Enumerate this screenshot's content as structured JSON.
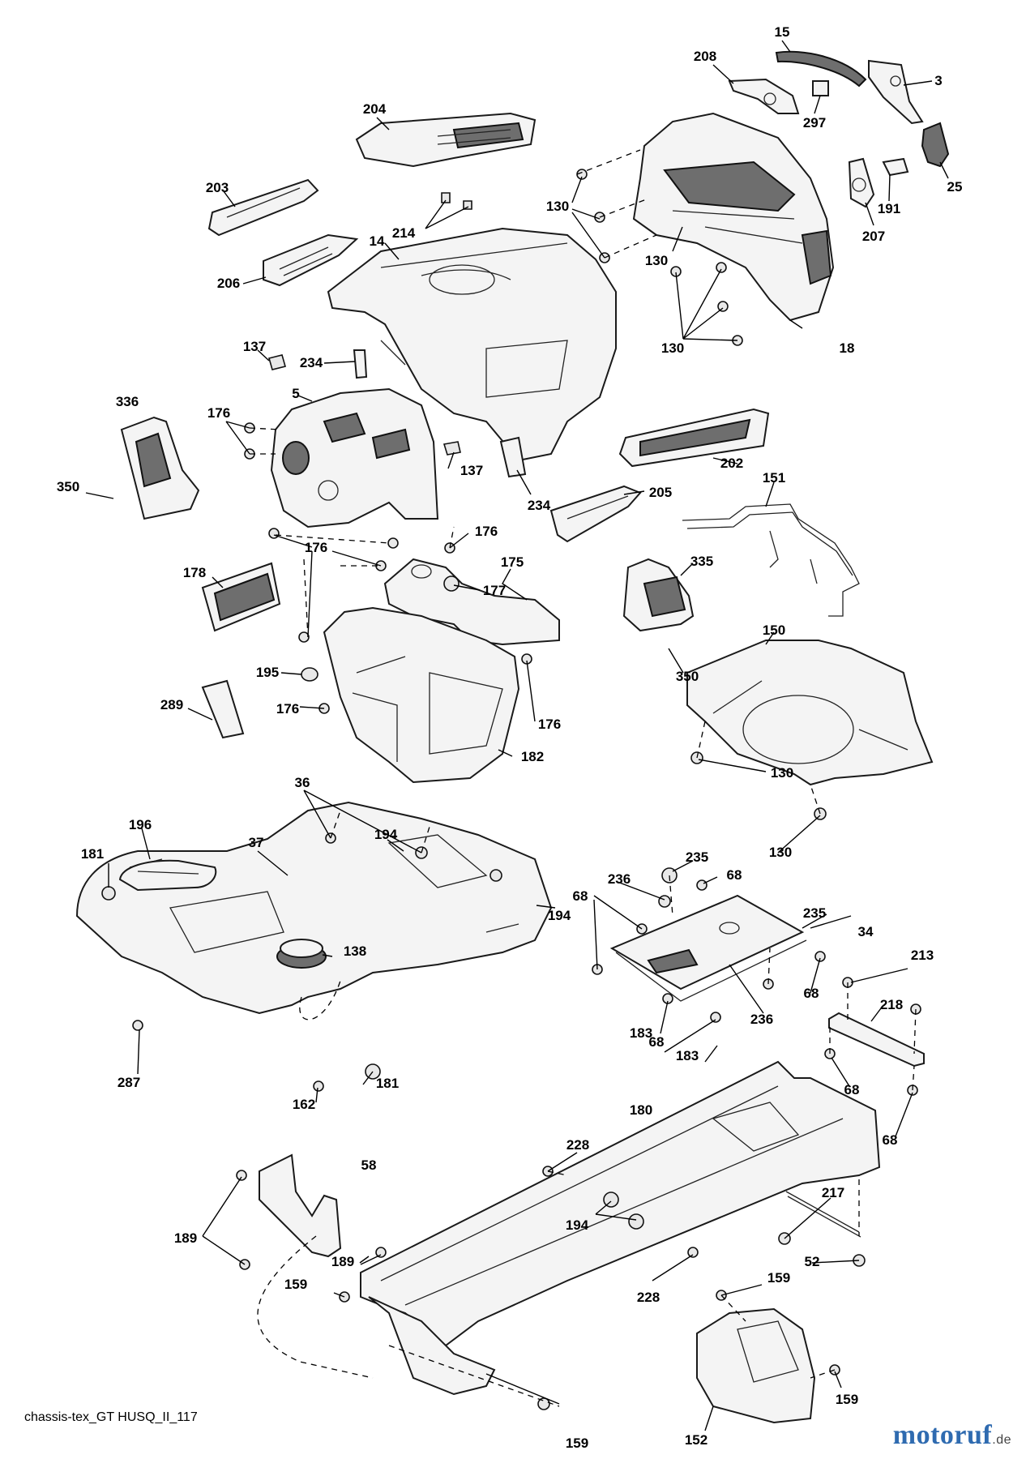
{
  "diagram": {
    "footer_id": "chassis-tex_GT HUSQ_II_117",
    "brand": {
      "name": "motoruf",
      "tld": ".de",
      "color": "#2f6bb0"
    },
    "callouts": [
      {
        "id": "c15",
        "label": "15"
      },
      {
        "id": "c208",
        "label": "208"
      },
      {
        "id": "c3",
        "label": "3"
      },
      {
        "id": "c297",
        "label": "297"
      },
      {
        "id": "c204",
        "label": "204"
      },
      {
        "id": "c25",
        "label": "25"
      },
      {
        "id": "c191",
        "label": "191"
      },
      {
        "id": "c207",
        "label": "207"
      },
      {
        "id": "c203",
        "label": "203"
      },
      {
        "id": "c130a",
        "label": "130"
      },
      {
        "id": "c214",
        "label": "214"
      },
      {
        "id": "c14",
        "label": "14"
      },
      {
        "id": "c130b",
        "label": "130"
      },
      {
        "id": "c206",
        "label": "206"
      },
      {
        "id": "c130c",
        "label": "130"
      },
      {
        "id": "c18",
        "label": "18"
      },
      {
        "id": "c137a",
        "label": "137"
      },
      {
        "id": "c234a",
        "label": "234"
      },
      {
        "id": "c5",
        "label": "5"
      },
      {
        "id": "c336",
        "label": "336"
      },
      {
        "id": "c176a",
        "label": "176"
      },
      {
        "id": "c137b",
        "label": "137"
      },
      {
        "id": "c202",
        "label": "202"
      },
      {
        "id": "c350a",
        "label": "350"
      },
      {
        "id": "c205",
        "label": "205"
      },
      {
        "id": "c234b",
        "label": "234"
      },
      {
        "id": "c151",
        "label": "151"
      },
      {
        "id": "c176b",
        "label": "176"
      },
      {
        "id": "c176c",
        "label": "176"
      },
      {
        "id": "c175",
        "label": "175"
      },
      {
        "id": "c335",
        "label": "335"
      },
      {
        "id": "c178",
        "label": "178"
      },
      {
        "id": "c177",
        "label": "177"
      },
      {
        "id": "c150",
        "label": "150"
      },
      {
        "id": "c350b",
        "label": "350"
      },
      {
        "id": "c195",
        "label": "195"
      },
      {
        "id": "c289",
        "label": "289"
      },
      {
        "id": "c176d",
        "label": "176"
      },
      {
        "id": "c176e",
        "label": "176"
      },
      {
        "id": "c182",
        "label": "182"
      },
      {
        "id": "c130d",
        "label": "130"
      },
      {
        "id": "c130e",
        "label": "130"
      },
      {
        "id": "c36",
        "label": "36"
      },
      {
        "id": "c196",
        "label": "196"
      },
      {
        "id": "c37",
        "label": "37"
      },
      {
        "id": "c194a",
        "label": "194"
      },
      {
        "id": "c181a",
        "label": "181"
      },
      {
        "id": "c235a",
        "label": "235"
      },
      {
        "id": "c236a",
        "label": "236"
      },
      {
        "id": "c68a",
        "label": "68"
      },
      {
        "id": "c194b",
        "label": "194"
      },
      {
        "id": "c68b",
        "label": "68"
      },
      {
        "id": "c235b",
        "label": "235"
      },
      {
        "id": "c34",
        "label": "34"
      },
      {
        "id": "c138",
        "label": "138"
      },
      {
        "id": "c213",
        "label": "213"
      },
      {
        "id": "c68c",
        "label": "68"
      },
      {
        "id": "c218",
        "label": "218"
      },
      {
        "id": "c236b",
        "label": "236"
      },
      {
        "id": "c183a",
        "label": "183"
      },
      {
        "id": "c68d",
        "label": "68"
      },
      {
        "id": "c183b",
        "label": "183"
      },
      {
        "id": "c287",
        "label": "287"
      },
      {
        "id": "c181b",
        "label": "181"
      },
      {
        "id": "c162",
        "label": "162"
      },
      {
        "id": "c68e",
        "label": "68"
      },
      {
        "id": "c180",
        "label": "180"
      },
      {
        "id": "c68f",
        "label": "68"
      },
      {
        "id": "c228a",
        "label": "228"
      },
      {
        "id": "c58",
        "label": "58"
      },
      {
        "id": "c217",
        "label": "217"
      },
      {
        "id": "c194c",
        "label": "194"
      },
      {
        "id": "c189a",
        "label": "189"
      },
      {
        "id": "c52",
        "label": "52"
      },
      {
        "id": "c189b",
        "label": "189"
      },
      {
        "id": "c159a",
        "label": "159"
      },
      {
        "id": "c228b",
        "label": "228"
      },
      {
        "id": "c159b",
        "label": "159"
      },
      {
        "id": "c159c",
        "label": "159"
      },
      {
        "id": "c152",
        "label": "152"
      },
      {
        "id": "c159d",
        "label": "159"
      }
    ]
  }
}
